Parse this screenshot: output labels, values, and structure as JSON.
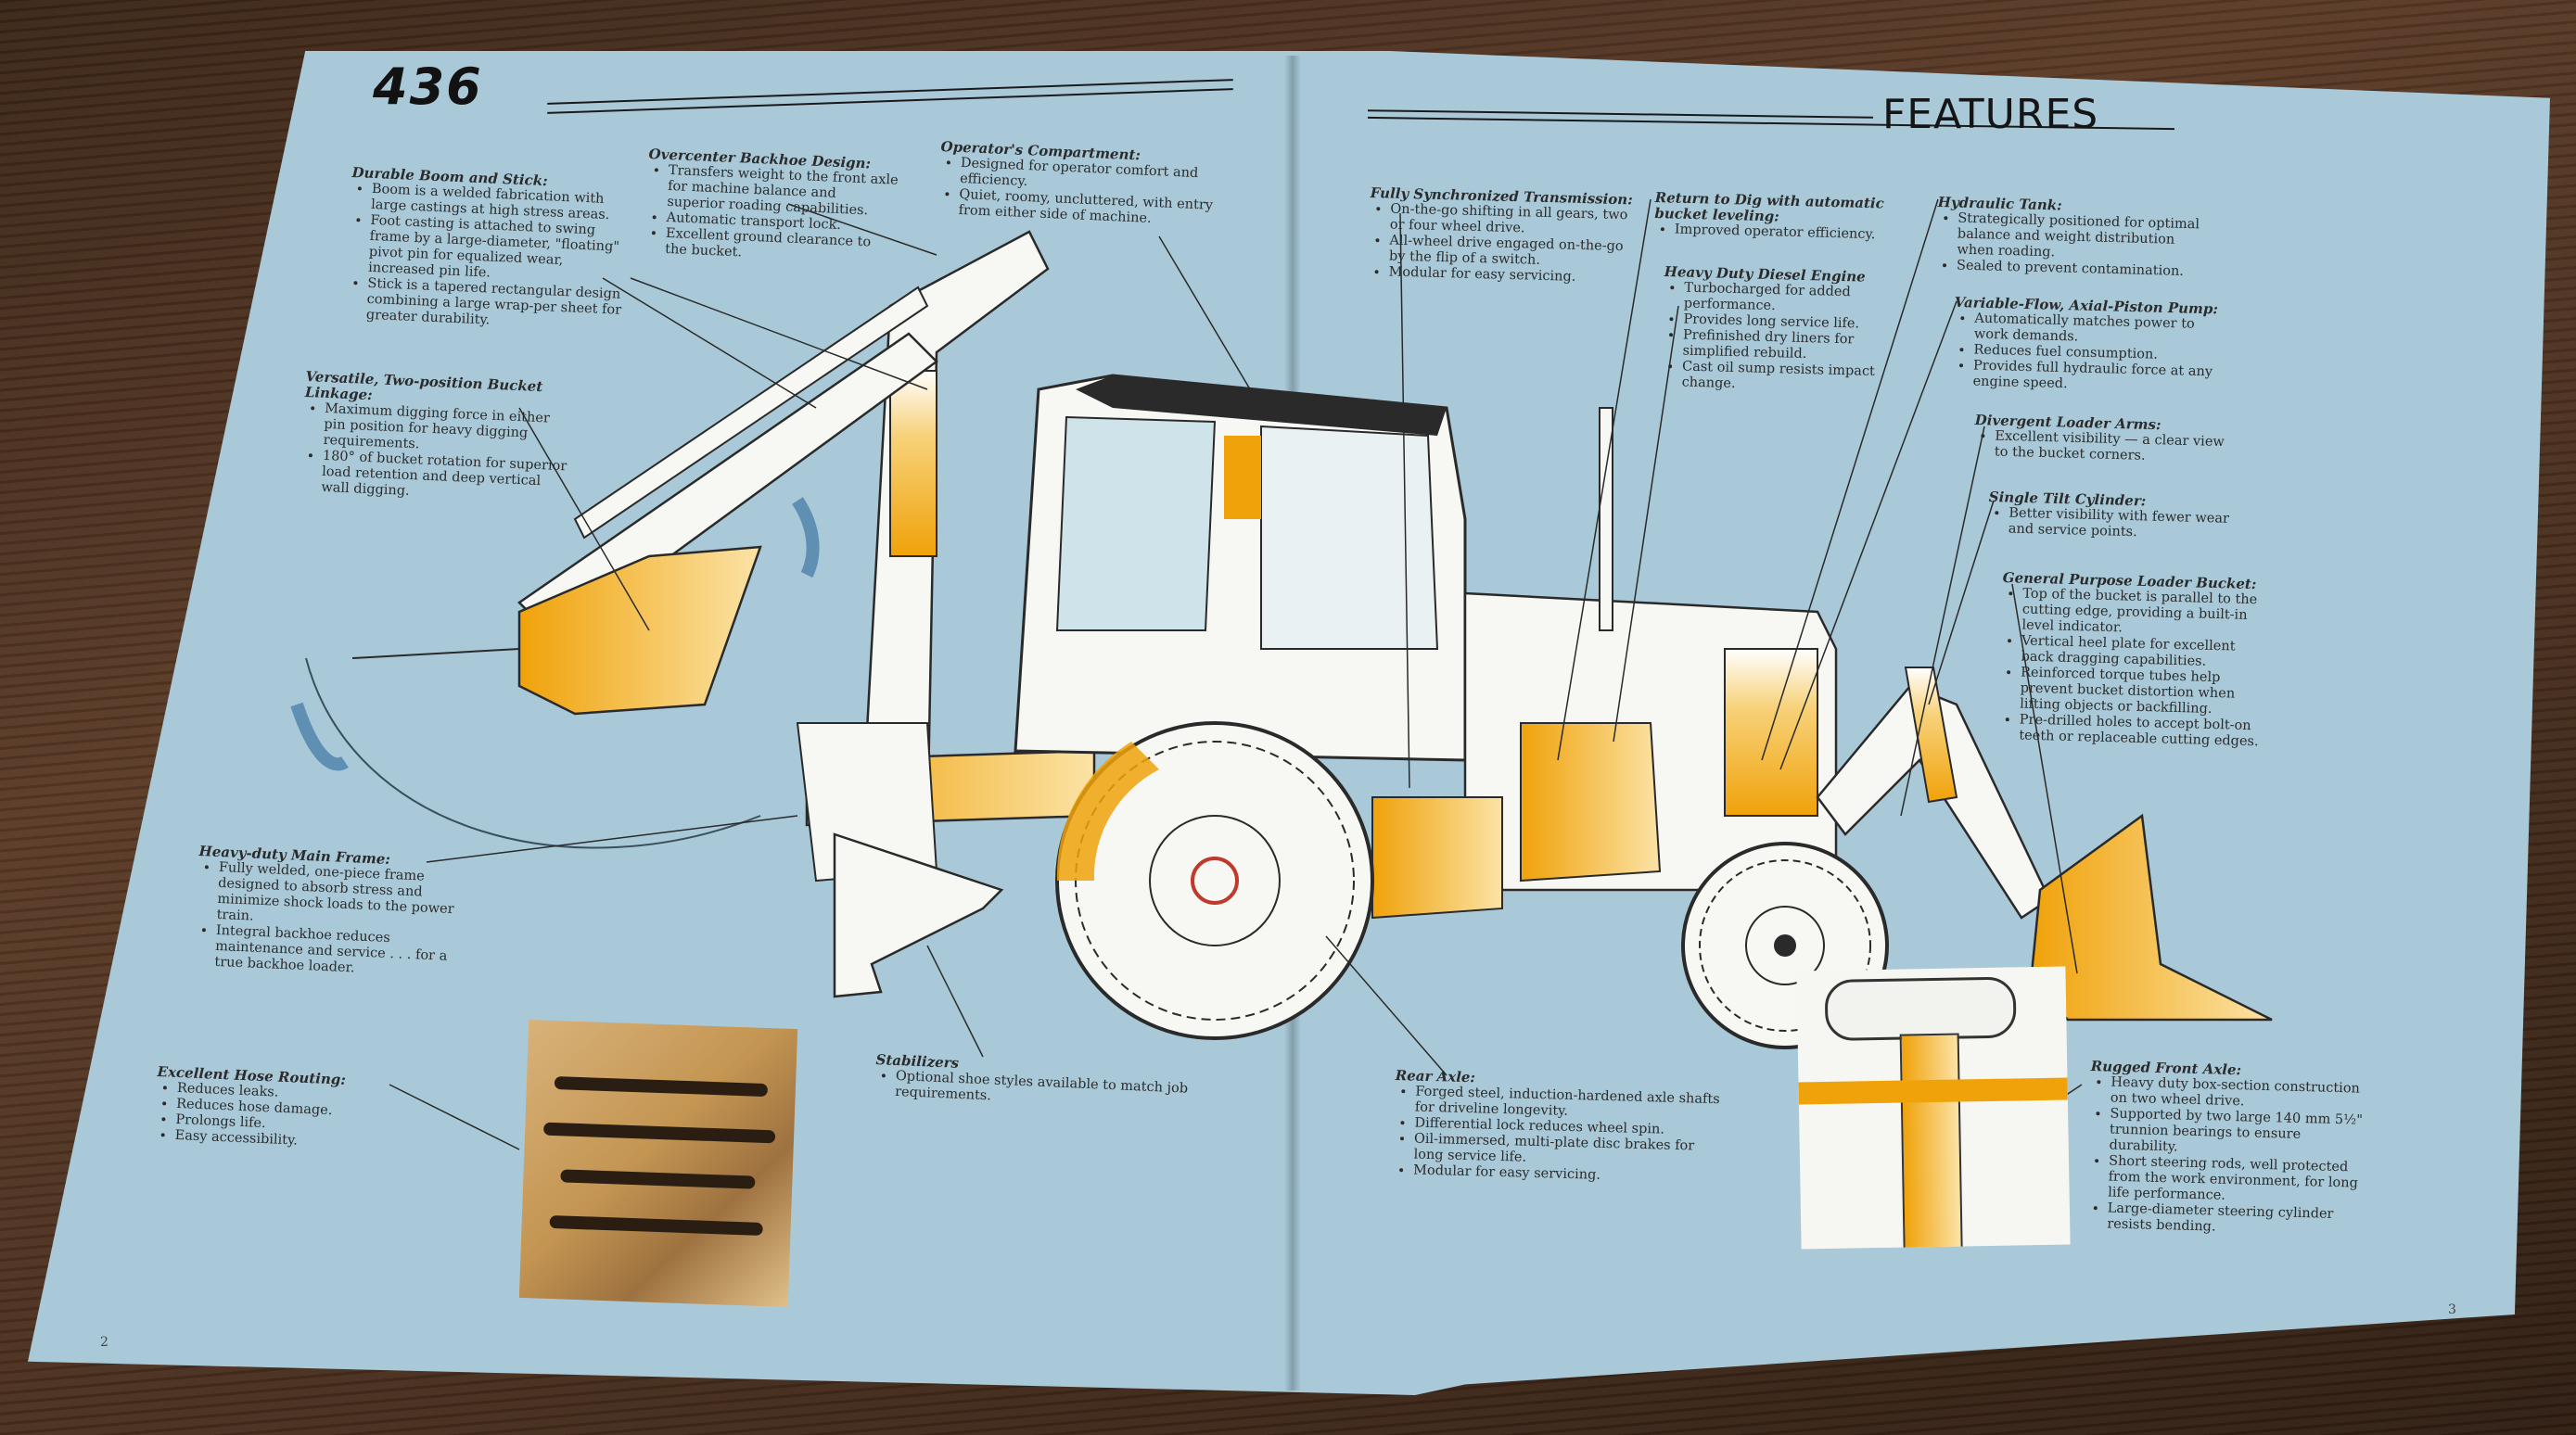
{
  "header": {
    "model": "436",
    "section": "FEATURES"
  },
  "left": {
    "boom": {
      "title": "Durable Boom and Stick:",
      "items": [
        "Boom is a welded fabrication with large castings at high stress areas.",
        "Foot casting is attached to swing frame by a large-diameter, \"floating\" pivot pin for equalized wear, increased pin life.",
        "Stick is a tapered rectangular design combining a large wrap-per sheet for greater durability."
      ]
    },
    "overcenter": {
      "title": "Overcenter Backhoe Design:",
      "items": [
        "Transfers weight to the front axle for machine balance and superior roading capabilities.",
        "Automatic transport lock.",
        "Excellent ground clearance to the bucket."
      ]
    },
    "operator": {
      "title": "Operator's Compartment:",
      "items": [
        "Designed for operator comfort and efficiency.",
        "Quiet, roomy, uncluttered, with entry from either side of machine."
      ]
    },
    "linkage": {
      "title": "Versatile, Two-position Bucket Linkage:",
      "items": [
        "Maximum digging force in either pin position for heavy digging requirements.",
        "180° of bucket rotation for superior load retention and deep vertical wall digging."
      ]
    },
    "frame": {
      "title": "Heavy-duty Main Frame:",
      "items": [
        "Fully welded, one-piece frame designed to absorb stress and minimize shock loads to the power train.",
        "Integral backhoe reduces maintenance and service . . . for a true backhoe loader."
      ]
    },
    "hose": {
      "title": "Excellent Hose Routing:",
      "items": [
        "Reduces leaks.",
        "Reduces hose damage.",
        "Prolongs life.",
        "Easy accessibility."
      ]
    },
    "stabilizers": {
      "title": "Stabilizers",
      "items": [
        "Optional shoe styles available to match job requirements."
      ]
    },
    "page_number": "2"
  },
  "right": {
    "transmission": {
      "title": "Fully Synchronized Transmission:",
      "items": [
        "On-the-go shifting in all gears, two or four wheel drive.",
        "All-wheel drive engaged on-the-go by the flip of a switch.",
        "Modular for easy servicing."
      ]
    },
    "rtd": {
      "title": "Return to Dig with automatic bucket leveling:",
      "items": [
        "Improved operator efficiency."
      ]
    },
    "engine": {
      "title": "Heavy Duty Diesel Engine",
      "items": [
        "Turbocharged for added performance.",
        "Provides long service life.",
        "Prefinished dry liners for simplified rebuild.",
        "Cast oil sump resists impact change."
      ]
    },
    "tank": {
      "title": "Hydraulic Tank:",
      "items": [
        "Strategically positioned for optimal balance and weight distribution when roading.",
        "Sealed to prevent contamination."
      ]
    },
    "pump": {
      "title": "Variable-Flow, Axial-Piston Pump:",
      "items": [
        "Automatically matches power to work demands.",
        "Reduces fuel consumption.",
        "Provides full hydraulic force at any engine speed."
      ]
    },
    "arms": {
      "title": "Divergent Loader Arms:",
      "items": [
        "Excellent visibility — a clear view to the bucket corners."
      ]
    },
    "tilt": {
      "title": "Single Tilt Cylinder:",
      "items": [
        "Better visibility with fewer wear and service points."
      ]
    },
    "loader_bucket": {
      "title": "General Purpose Loader Bucket:",
      "items": [
        "Top of the bucket is parallel to the cutting edge, providing a built-in level indicator.",
        "Vertical heel plate for excellent back dragging capabilities.",
        "Reinforced torque tubes help prevent bucket distortion when lifting objects or backfilling.",
        "Pre-drilled holes to accept bolt-on teeth or replaceable cutting edges."
      ]
    },
    "rear_axle": {
      "title": "Rear Axle:",
      "items": [
        "Forged steel, induction-hardened axle shafts for driveline longevity.",
        "Differential lock reduces wheel spin.",
        "Oil-immersed, multi-plate disc brakes for long service life.",
        "Modular for easy servicing."
      ]
    },
    "front_axle": {
      "title": "Rugged Front Axle:",
      "items": [
        "Heavy duty box-section construction on two wheel drive.",
        "Supported by two large 140 mm 5½\" trunnion bearings to ensure durability.",
        "Short steering rods, well protected from the work environment, for long life performance.",
        "Large-diameter steering cylinder resists bending."
      ]
    },
    "page_number": "3"
  },
  "colors": {
    "page_blue": "#a9c9d8",
    "machine_yellow": "#f2a90a",
    "machine_white": "#f7f7f4",
    "line_ink": "#2a2a2a"
  }
}
